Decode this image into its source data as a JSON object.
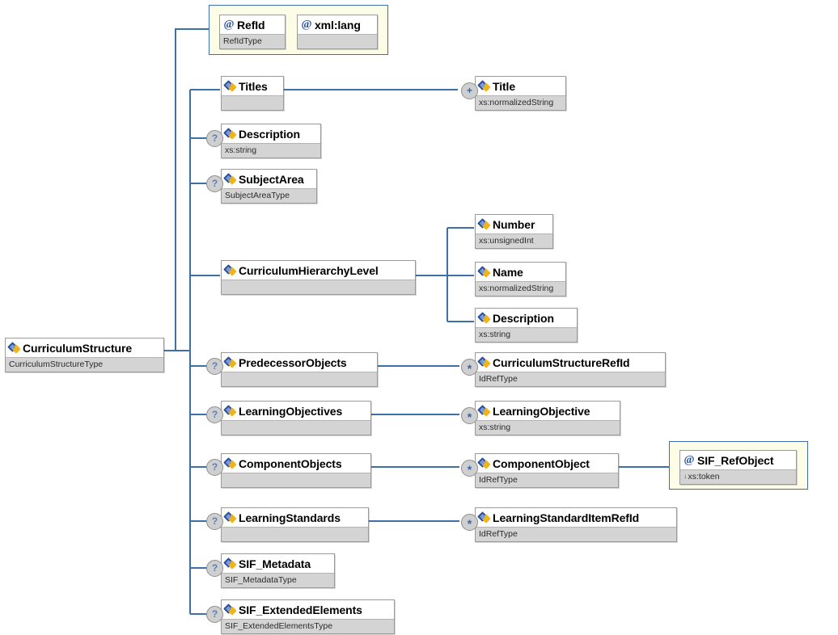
{
  "diagram": {
    "title": "CurriculumStructure",
    "type": "xsd-tree",
    "line_color": "#3f6fa8",
    "attribute_group_bg": "#fdfce6",
    "node_type_bg": "#d4d4d4"
  },
  "root": {
    "name": "CurriculumStructure",
    "type": "CurriculumStructureType",
    "icon": "element-icon",
    "occurrence": ""
  },
  "attribute_group": {
    "name": "attribute-group",
    "attributes": [
      {
        "name": "RefId",
        "type": "RefIdType",
        "icon": "attribute-icon"
      },
      {
        "name": "xml:lang",
        "type": "",
        "icon": "attribute-icon"
      }
    ]
  },
  "children": [
    {
      "name": "Titles",
      "type": "",
      "icon": "element-icon",
      "occurrence": "",
      "children": [
        {
          "name": "Title",
          "type": "xs:normalizedString",
          "icon": "element-icon",
          "occurrence": "+"
        }
      ]
    },
    {
      "name": "Description",
      "type": "xs:string",
      "icon": "element-icon",
      "occurrence": "?",
      "children": []
    },
    {
      "name": "SubjectArea",
      "type": "SubjectAreaType",
      "icon": "element-icon",
      "occurrence": "?",
      "children": []
    },
    {
      "name": "CurriculumHierarchyLevel",
      "type": "",
      "icon": "element-icon",
      "occurrence": "",
      "children": [
        {
          "name": "Number",
          "type": "xs:unsignedInt",
          "icon": "element-icon",
          "occurrence": ""
        },
        {
          "name": "Name",
          "type": "xs:normalizedString",
          "icon": "element-icon",
          "occurrence": ""
        },
        {
          "name": "Description",
          "type": "xs:string",
          "icon": "element-icon",
          "occurrence": ""
        }
      ]
    },
    {
      "name": "PredecessorObjects",
      "type": "",
      "icon": "element-icon",
      "occurrence": "?",
      "children": [
        {
          "name": "CurriculumStructureRefId",
          "type": "IdRefType",
          "icon": "element-icon",
          "occurrence": "*"
        }
      ]
    },
    {
      "name": "LearningObjectives",
      "type": "",
      "icon": "element-icon",
      "occurrence": "?",
      "children": [
        {
          "name": "LearningObjective",
          "type": "xs:string",
          "icon": "element-icon",
          "occurrence": "*"
        }
      ]
    },
    {
      "name": "ComponentObjects",
      "type": "",
      "icon": "element-icon",
      "occurrence": "?",
      "children": [
        {
          "name": "ComponentObject",
          "type": "IdRefType",
          "icon": "element-icon",
          "occurrence": "*"
        }
      ]
    },
    {
      "name": "LearningStandards",
      "type": "",
      "icon": "element-icon",
      "occurrence": "?",
      "children": [
        {
          "name": "LearningStandardItemRefId",
          "type": "IdRefType",
          "icon": "element-icon",
          "occurrence": "*"
        }
      ]
    },
    {
      "name": "SIF_Metadata",
      "type": "SIF_MetadataType",
      "icon": "element-icon",
      "occurrence": "?",
      "children": []
    },
    {
      "name": "SIF_ExtendedElements",
      "type": "SIF_ExtendedElementsType",
      "icon": "element-icon",
      "occurrence": "?",
      "children": []
    }
  ],
  "leaf_attribute_group": {
    "name": "attribute-group",
    "attributes": [
      {
        "name": "SIF_RefObject",
        "type": "xs:token",
        "type_prefix": "↓",
        "icon": "attribute-icon"
      }
    ]
  }
}
